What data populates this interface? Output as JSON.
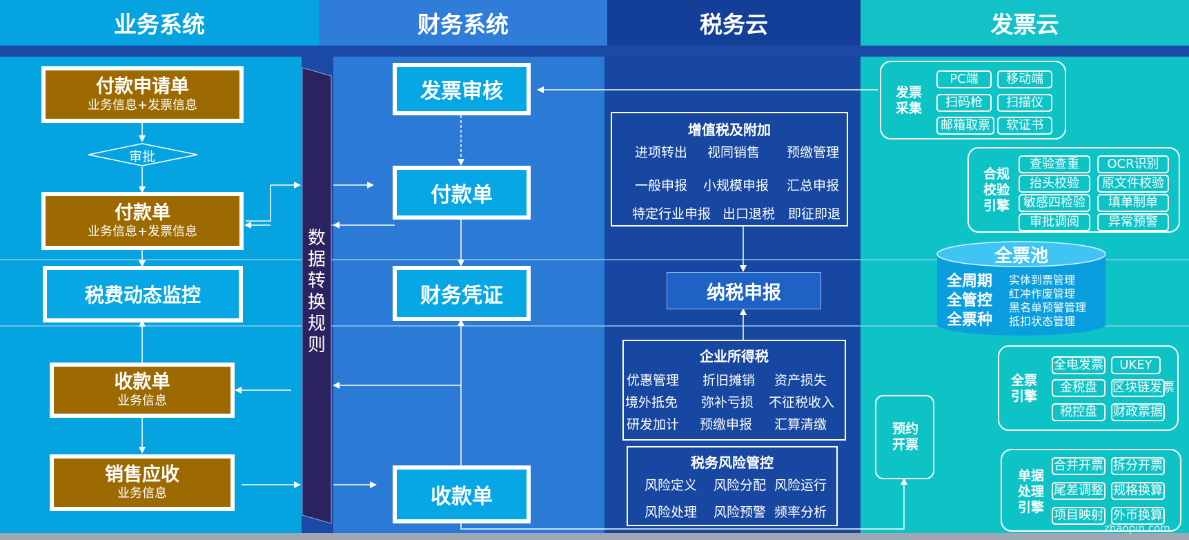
{
  "columns": {
    "business": "业务系统",
    "finance": "财务系统",
    "tax": "税务云",
    "invoice": "发票云"
  },
  "business": {
    "payment_request": {
      "title": "付款申请单",
      "subtitle": "业务信息+发票信息"
    },
    "approval": "审批",
    "payment_order": {
      "title": "付款单",
      "subtitle": "业务信息+发票信息"
    },
    "tax_monitor": "税费动态监控",
    "receipt": {
      "title": "收款单",
      "subtitle": "业务信息"
    },
    "sales_receivable": {
      "title": "销售应收",
      "subtitle": "业务信息"
    }
  },
  "conversion_rules": "数据转换规则",
  "finance": {
    "invoice_audit": "发票审核",
    "payment": "付款单",
    "voucher": "财务凭证",
    "receipt": "收款单"
  },
  "tax": {
    "vat": {
      "title": "增值税及附加",
      "items": [
        "进项转出",
        "视同销售",
        "预缴管理",
        "一般申报",
        "小规模申报",
        "汇总申报",
        "特定行业申报",
        "出口退税",
        "即征即退"
      ]
    },
    "filing": "纳税申报",
    "cit": {
      "title": "企业所得税",
      "items": [
        "优惠管理",
        "折旧摊销",
        "资产损失",
        "境外抵免",
        "弥补亏损",
        "不征税收入",
        "研发加计",
        "预缴申报",
        "汇算清缴"
      ]
    },
    "risk": {
      "title": "税务风险管控",
      "items": [
        "风险定义",
        "风险分配",
        "风险运行",
        "风险处理",
        "风险预警",
        "频率分析"
      ]
    }
  },
  "invoice": {
    "collection": {
      "label": "发票采集",
      "items": [
        "PC端",
        "移动端",
        "扫码枪",
        "扫描仪",
        "邮箱取票",
        "软证书"
      ]
    },
    "compliance": {
      "label": "合规校验引擎",
      "items": [
        "查验查重",
        "OCR识别",
        "抬头校验",
        "原文件校验",
        "敏感四检验",
        "填单制单",
        "审批调阅",
        "异常预警"
      ]
    },
    "pool": {
      "title": "全票池",
      "left": [
        "全周期",
        "全管控",
        "全票种"
      ],
      "right": [
        "实体到票管理",
        "红冲作废管理",
        "黑名单预警管理",
        "抵扣状态管理"
      ]
    },
    "full_engine": {
      "label": "全票引擎",
      "items": [
        "全电发票",
        "UKEY",
        "金税盘",
        "区块链发票",
        "税控盘",
        "财政票据"
      ]
    },
    "reserve": "预约开票",
    "doc_engine": {
      "label": "单据处理引擎",
      "items": [
        "合并开票",
        "拆分开票",
        "尾差调整",
        "规格换算",
        "项目映射",
        "外币换算"
      ]
    }
  },
  "watermark": "zhaopin.com",
  "colors": {
    "business": "#05a3e0",
    "finance": "#2b7bd6",
    "tax": "#1747a0",
    "invoice": "#0ec3c6",
    "brown": "#9c6a00",
    "rules": "#2a2360"
  }
}
